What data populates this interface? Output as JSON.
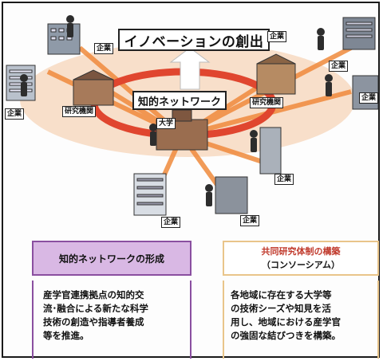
{
  "diagram": {
    "title": "イノベーションの創出",
    "network_label": "知的ネットワーク",
    "node_labels": {
      "company": "企業",
      "research_institute": "研究機関",
      "university": "大学"
    }
  },
  "panels": {
    "left": {
      "heading": "知的ネットワークの形成",
      "body_lines": [
        "産学官連携拠点の知的交",
        "流･融合による新たな科学",
        "技術の創造や指導者養成",
        "等を推進。"
      ]
    },
    "right": {
      "heading_line1": "共同研究体制の構築",
      "heading_line2": "（コンソーシアム）",
      "body_lines": [
        "各地域に存在する大学等",
        "の技術シーズや知見を活",
        "用し、地域における産学官",
        "の強固な結びつきを構築。"
      ]
    }
  },
  "colors": {
    "ellipse_fill": "#f7dcc4",
    "ellipse_ring": "#e0462f",
    "spoke": "#f08a3c",
    "left_panel_accent": "#8a4fa0",
    "left_panel_fill": "#d9b8e4",
    "right_panel_accent": "#e9c58a",
    "right_heading_text": "#c0392b"
  }
}
